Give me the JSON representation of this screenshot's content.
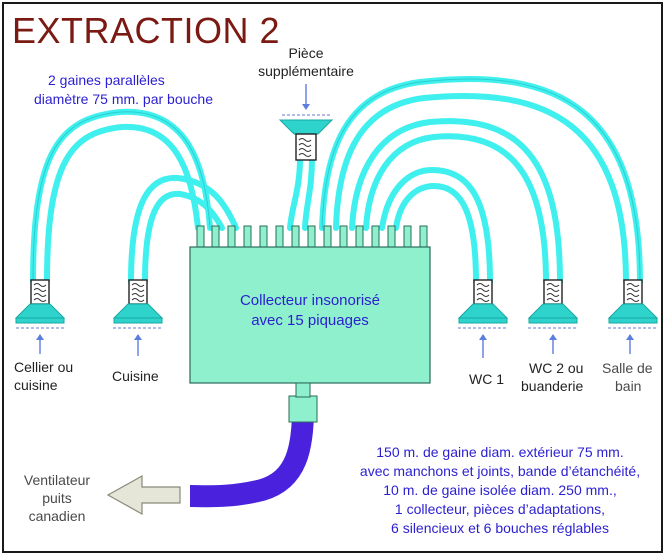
{
  "title": "EXTRACTION 2",
  "labels": {
    "ducts_note": [
      "2 gaines parallèles",
      "diamètre  75 mm. par bouche"
    ],
    "extra_room": [
      "Pièce",
      "supplémentaire"
    ],
    "collector": [
      "Collecteur insonorisé",
      "avec 15 piquages"
    ],
    "cellier": [
      "Cellier ou",
      "cuisine"
    ],
    "cuisine": "Cuisine",
    "wc1": "WC 1",
    "wc2": [
      "WC 2 ou",
      "buanderie"
    ],
    "salle_bain": [
      "Salle de",
      "bain"
    ],
    "ventilateur": [
      "Ventilateur",
      "puits",
      "canadien"
    ],
    "materials": [
      "150 m. de gaine diam. extérieur 75 mm.",
      "avec manchons et joints, bande d’étanchéité,",
      "10 m. de gaine isolée diam. 250 mm.,",
      "1 collecteur,  pièces d’adaptations,",
      "6 silencieux et 6 bouches réglables"
    ]
  },
  "colors": {
    "title": "#7a1a12",
    "label_blue": "#2b1fd0",
    "duct": "#3ff0ee",
    "collector_fill": "#8ef0cc",
    "main_duct": "#4a22dd",
    "vent_fill": "#2ed3cc",
    "arrow": "#5c7ee0"
  },
  "icons": [
    "silencer-icon",
    "vent-mouth-icon",
    "airflow-arrow-icon",
    "outflow-arrow-icon"
  ]
}
